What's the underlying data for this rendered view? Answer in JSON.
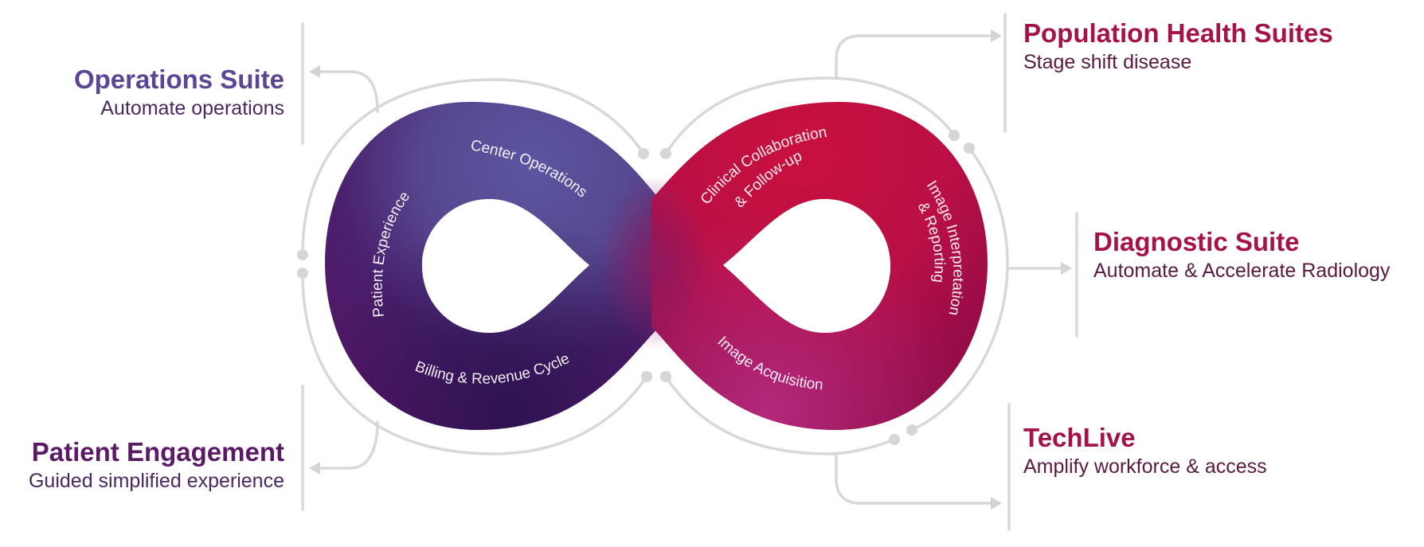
{
  "colors": {
    "purple_title": "#5b4594",
    "purple_dark_title": "#5a1a66",
    "crimson_title": "#a5124a",
    "subtitle_purple": "#4a2860",
    "subtitle_crimson": "#5a1a40",
    "connector_gray": "#d6d6d6",
    "loop_lavender": "#5a4f9a",
    "loop_deep_purple": "#3a1658",
    "loop_violet": "#5e1468",
    "loop_crimson": "#c5103f",
    "loop_magenta": "#a01c6e"
  },
  "suites": {
    "operations": {
      "title": "Operations Suite",
      "subtitle": "Automate operations"
    },
    "patient_engagement": {
      "title": "Patient Engagement",
      "subtitle": "Guided simplified experience"
    },
    "population_health": {
      "title": "Population Health Suites",
      "subtitle": "Stage shift disease"
    },
    "diagnostic": {
      "title": "Diagnostic Suite",
      "subtitle": "Automate & Accelerate Radiology"
    },
    "techlive": {
      "title": "TechLive",
      "subtitle": "Amplify workforce & access"
    }
  },
  "loop_labels": {
    "center_operations": "Center Operations",
    "patient_experience": "Patient Experience",
    "billing_revenue": "Billing & Revenue Cycle",
    "clinical_collab_line1": "Clinical Collaboration",
    "clinical_collab_line2": "& Follow-up",
    "image_interp_line1": "Image Interpretation",
    "image_interp_line2": "& Reporting",
    "image_acquisition": "Image Acquisition"
  },
  "icons": [
    "arrow-left-icon",
    "arrow-right-icon",
    "connector-dot-icon"
  ]
}
